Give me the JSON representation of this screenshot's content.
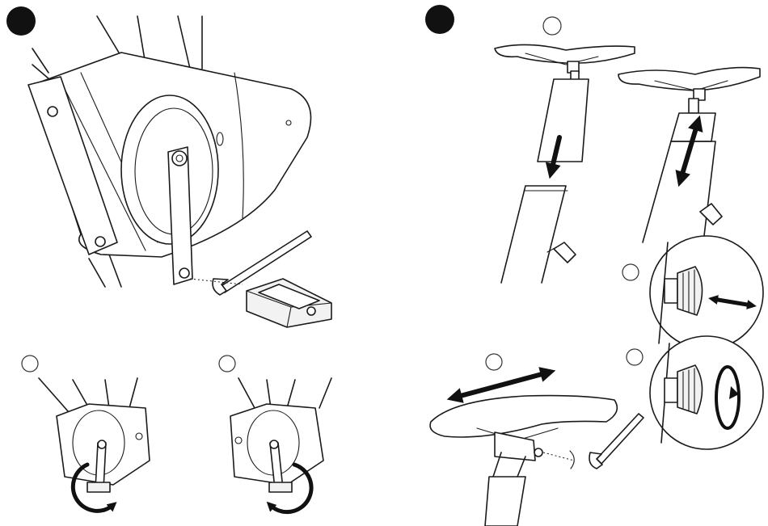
{
  "diagram": {
    "panels": [
      {
        "id": "crank-removal",
        "badge": "filled"
      },
      {
        "id": "crank-rotate-clockwise",
        "badge": "empty"
      },
      {
        "id": "crank-rotate-counterclockwise",
        "badge": "empty"
      },
      {
        "id": "seat-post-insert",
        "badge": "filled"
      },
      {
        "id": "seat-height-adjust",
        "badge": "empty"
      },
      {
        "id": "knob-pull",
        "badge": "empty"
      },
      {
        "id": "knob-tighten",
        "badge": "empty"
      },
      {
        "id": "saddle-fore-aft",
        "badge": "empty"
      }
    ],
    "colors": {
      "ink": "#1a1a1a",
      "arrow": "#111111",
      "background": "#ffffff"
    },
    "icons": [
      "wrench-icon",
      "tool-block-icon",
      "rotate-clockwise-icon",
      "rotate-counterclockwise-icon",
      "double-arrow-icon",
      "knob-icon",
      "saddle-icon"
    ]
  }
}
